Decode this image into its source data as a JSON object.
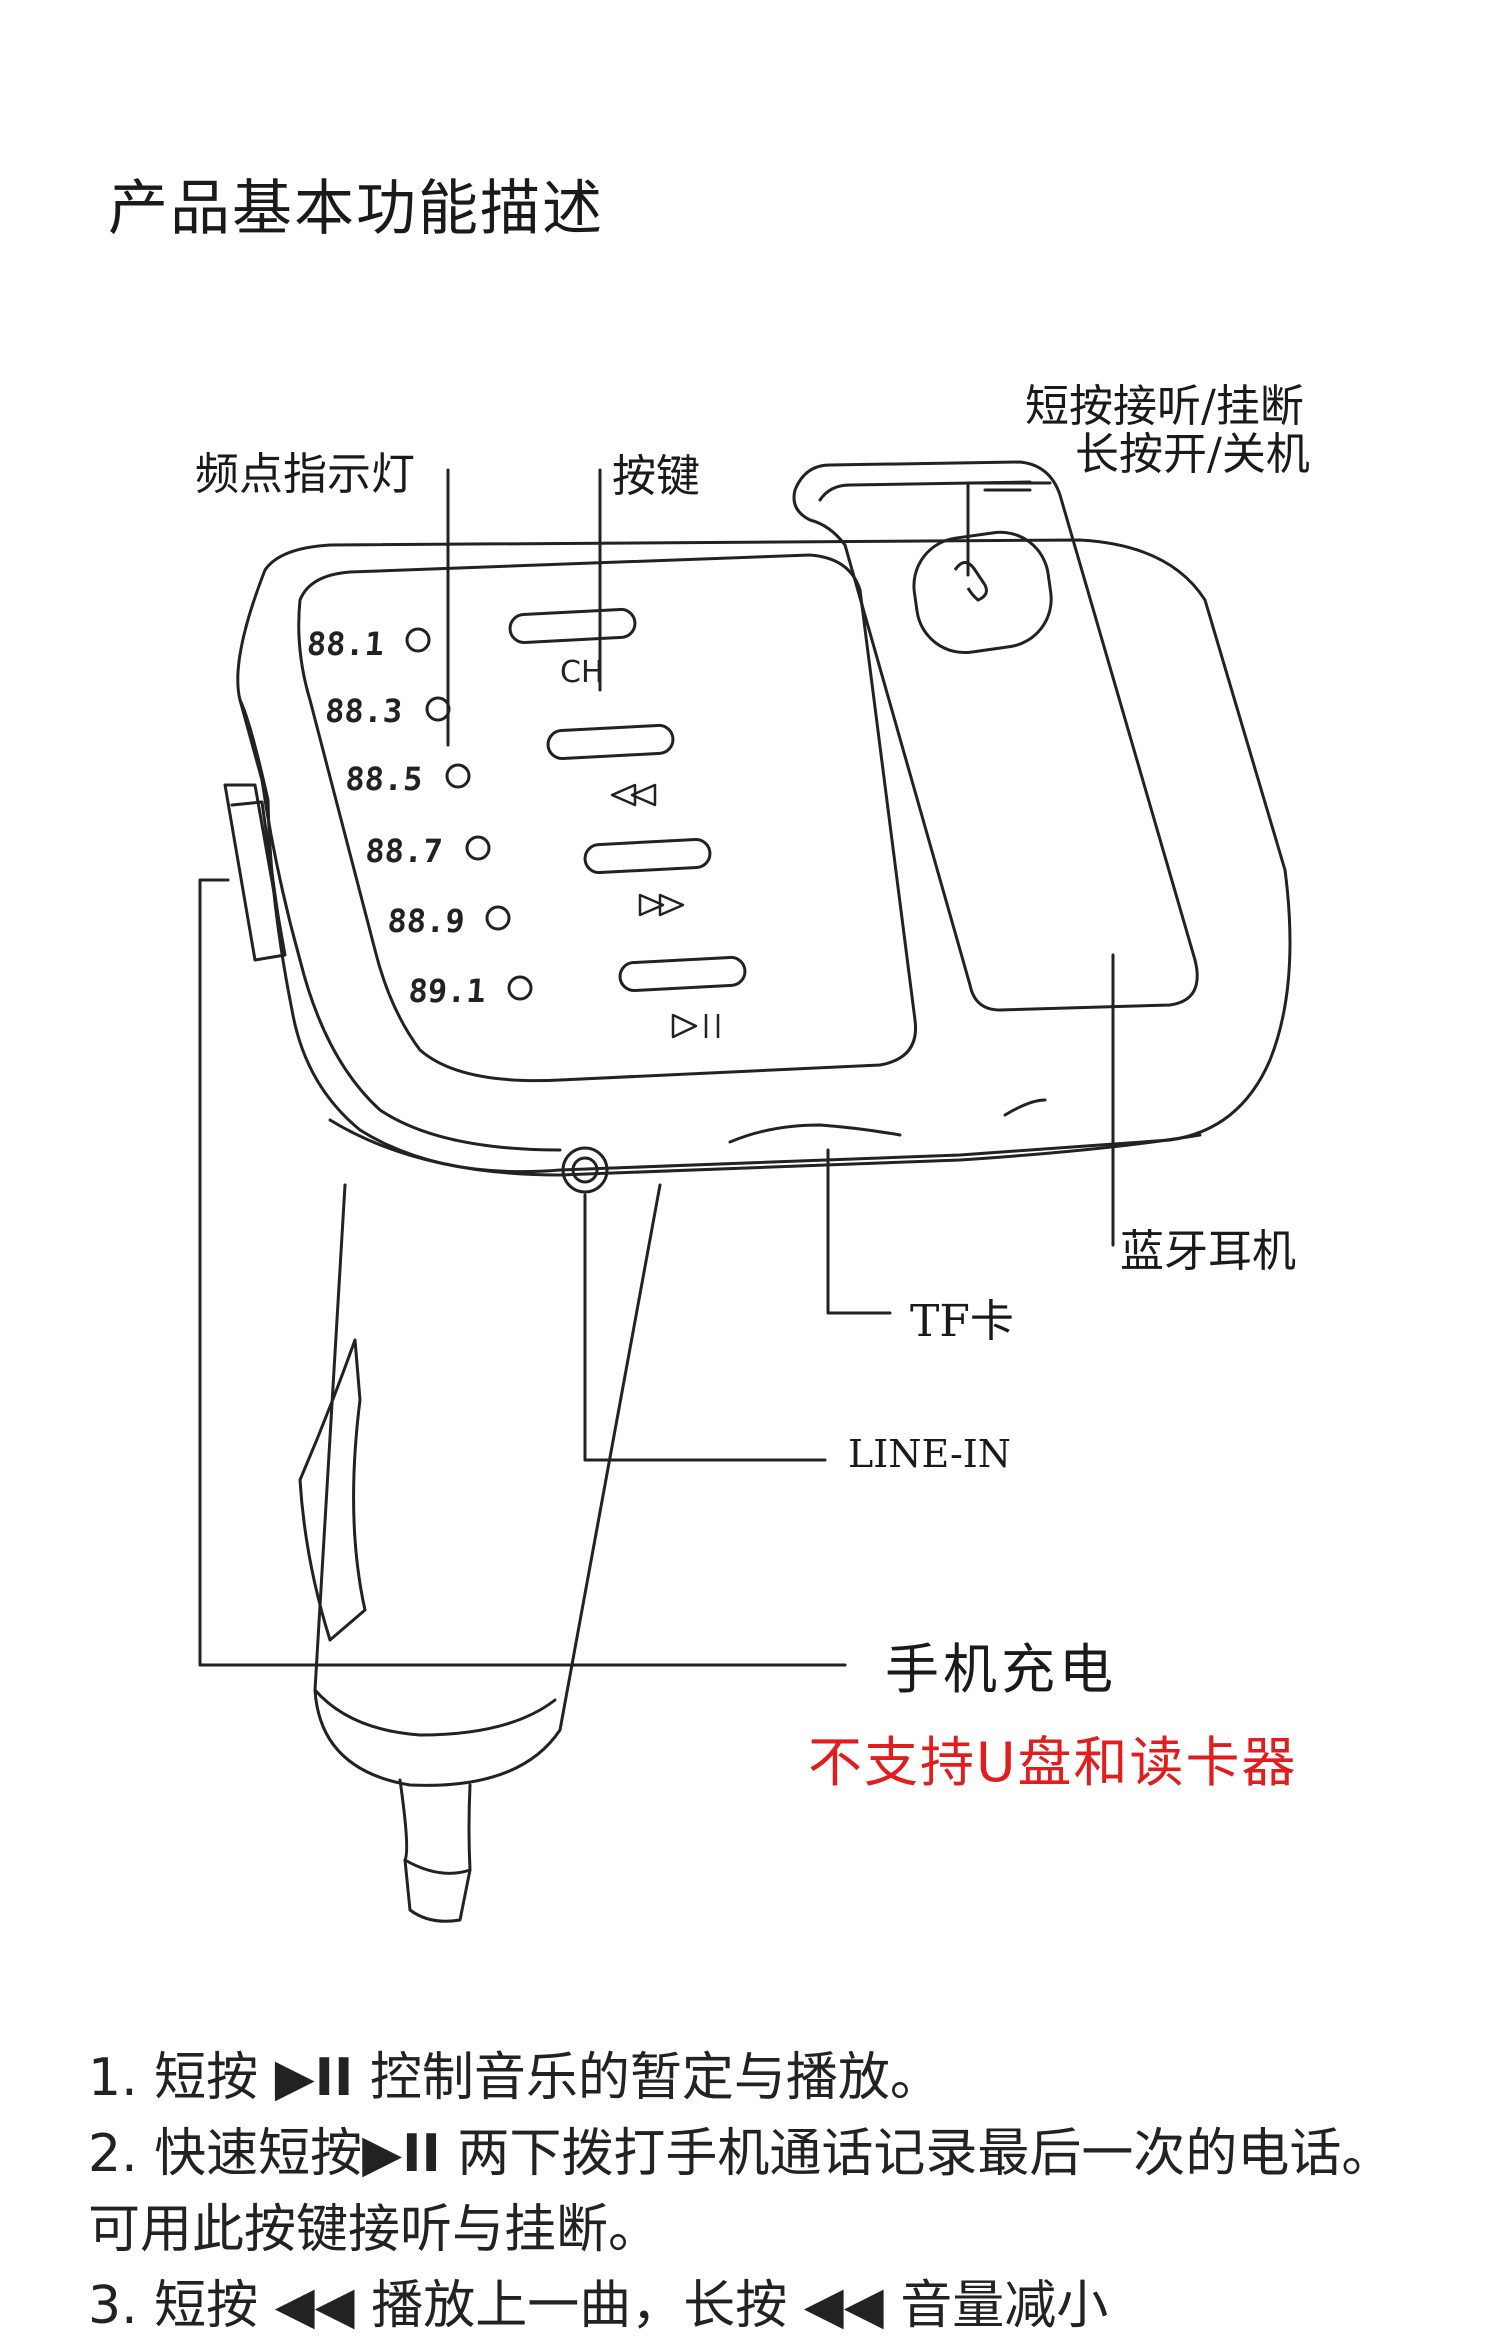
{
  "title": "产品基本功能描述",
  "labels": {
    "call_button_line1": "短按接听/挂断",
    "call_button_line2": "长按开/关机",
    "frequency_lights": "频点指示灯",
    "buttons": "按键",
    "bluetooth_earpiece": "蓝牙耳机",
    "tf_card": "TF卡",
    "line_in": "LINE-IN",
    "phone_charging": "手机充电",
    "no_usb_disk_notice": "不支持U盘和读卡器"
  },
  "device": {
    "frequencies": [
      "88.1",
      "88.3",
      "88.5",
      "88.7",
      "88.9",
      "89.1"
    ],
    "ch_label": "CH",
    "prev_icon": "rewind-icon",
    "next_icon": "fast-forward-icon",
    "play_icon": "play-pause-icon"
  },
  "instructions": [
    {
      "prefix": "1. 短按 ",
      "glyph": "▶II",
      "text": " 控制音乐的暂定与播放。"
    },
    {
      "prefix": "2. 快速短按",
      "glyph": "▶II",
      "text": " 两下拨打手机通话记录最后一次的电话。可用此按键接听与挂断。"
    },
    {
      "prefix": "3. 短按 ",
      "glyph": "◀◀",
      "text": " 播放上一曲，长按 ◀◀ 音量减小"
    }
  ],
  "colors": {
    "text": "#1a1a1a",
    "notice": "#e01e1e"
  }
}
